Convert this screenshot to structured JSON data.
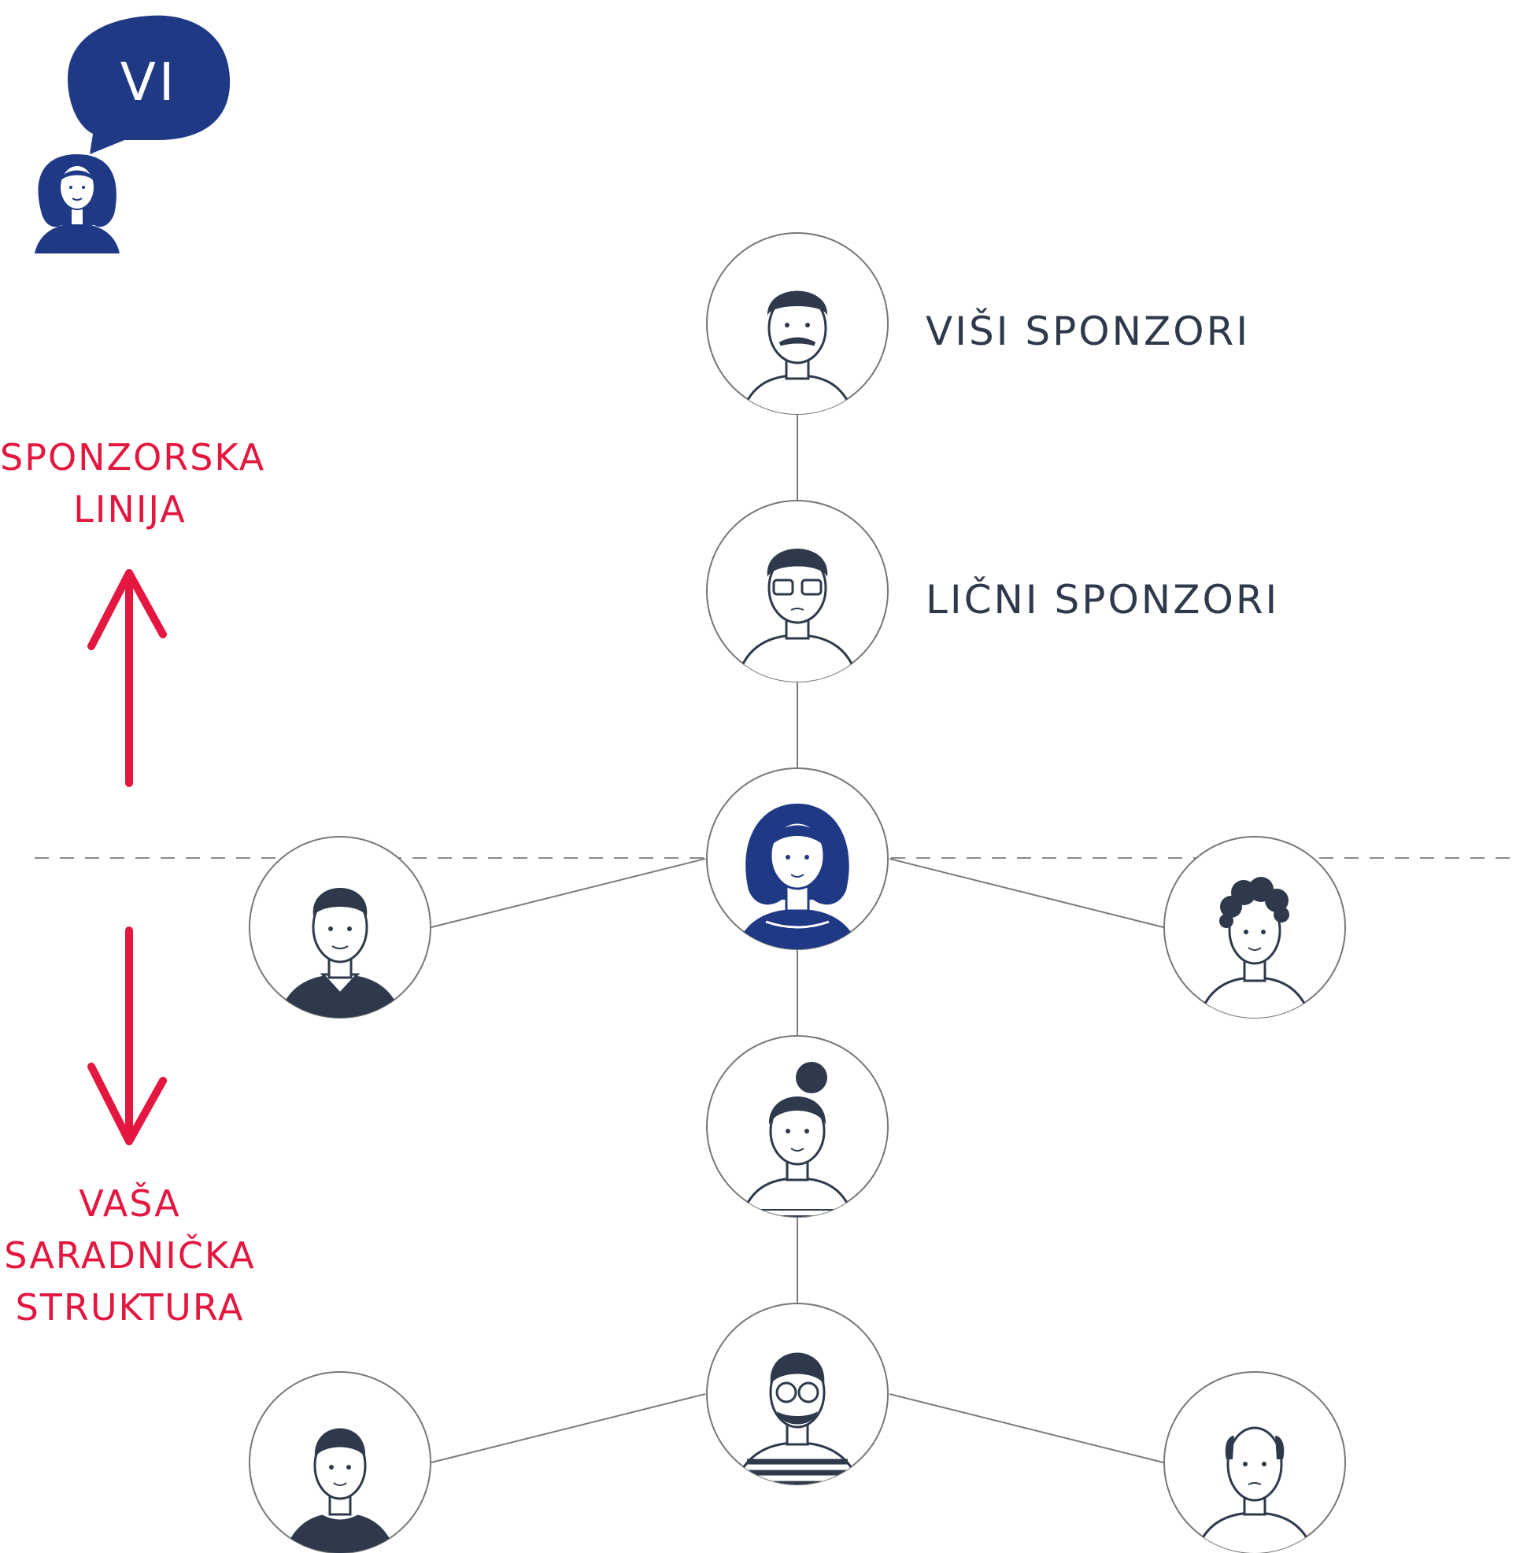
{
  "legend": {
    "you_label": "VI",
    "sponsor_line": "SPONZORSKA LINIJA",
    "sponsor_line_l1": "SPONZORSKA",
    "sponsor_line_l2": "LINIJA",
    "structure_l1": "VAŠA",
    "structure_l2": "SARADNIČKA",
    "structure_l3": "STRUKTURA"
  },
  "tree": {
    "higher_sponsors_label": "VIŠI SPONZORI",
    "personal_sponsors_label": "LIČNI SPONZORI"
  },
  "colors": {
    "navy": "#1f3984",
    "red": "#e3173f",
    "dark": "#2e3a4b",
    "line": "#777777"
  }
}
